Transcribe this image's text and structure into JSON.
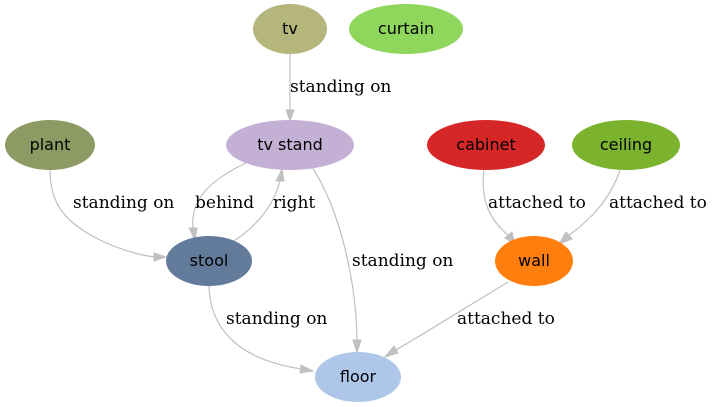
{
  "nodes": [
    {
      "id": "tv",
      "label": "tv",
      "color": "#b5b67c"
    },
    {
      "id": "curtain",
      "label": "curtain",
      "color": "#8fd65c"
    },
    {
      "id": "tv_stand",
      "label": "tv stand",
      "color": "#c5b0d5"
    },
    {
      "id": "plant",
      "label": "plant",
      "color": "#8e9a63"
    },
    {
      "id": "cabinet",
      "label": "cabinet",
      "color": "#d62728"
    },
    {
      "id": "ceiling",
      "label": "ceiling",
      "color": "#7bb22e"
    },
    {
      "id": "stool",
      "label": "stool",
      "color": "#637b9b"
    },
    {
      "id": "wall",
      "label": "wall",
      "color": "#ff7f0e"
    },
    {
      "id": "floor",
      "label": "floor",
      "color": "#aec7e8"
    }
  ],
  "edges": [
    {
      "id": "tv-tvstand",
      "from": "tv",
      "to": "tv_stand",
      "label": "standing on"
    },
    {
      "id": "plant-stool",
      "from": "plant",
      "to": "stool",
      "label": "standing on"
    },
    {
      "id": "tvstand-stool",
      "from": "tv_stand",
      "to": "stool",
      "label": "behind"
    },
    {
      "id": "stool-tvstand",
      "from": "stool",
      "to": "tv_stand",
      "label": "right"
    },
    {
      "id": "tvstand-floor",
      "from": "tv_stand",
      "to": "floor",
      "label": "standing on"
    },
    {
      "id": "cabinet-wall",
      "from": "cabinet",
      "to": "wall",
      "label": "attached to"
    },
    {
      "id": "ceiling-wall",
      "from": "ceiling",
      "to": "wall",
      "label": "attached to"
    },
    {
      "id": "stool-floor",
      "from": "stool",
      "to": "floor",
      "label": "standing on"
    },
    {
      "id": "wall-floor",
      "from": "wall",
      "to": "floor",
      "label": "attached to"
    }
  ]
}
